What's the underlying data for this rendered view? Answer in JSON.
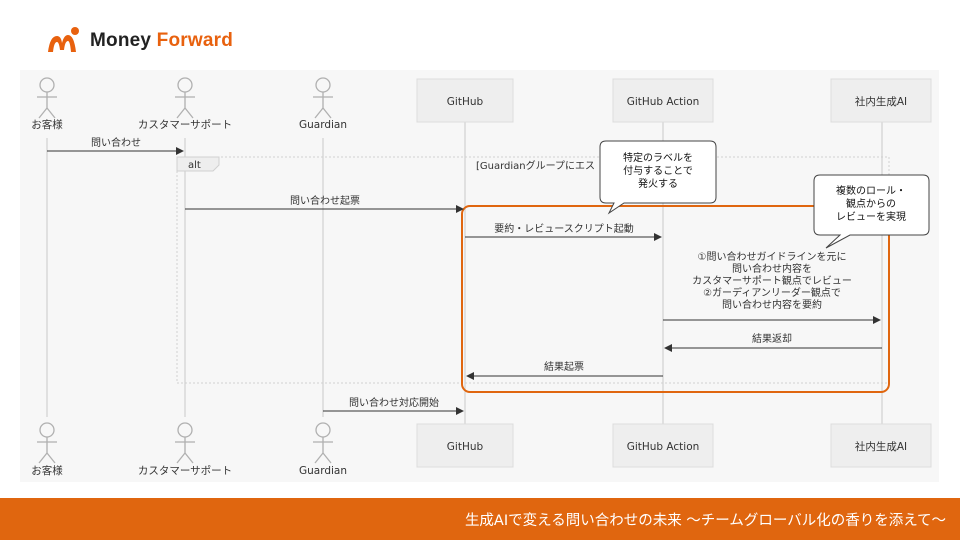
{
  "brand": {
    "name_part1": "Money ",
    "name_part2": "Forward",
    "accent_color": "#e8610e"
  },
  "participants": [
    {
      "id": "customer",
      "label": "お客様",
      "kind": "actor"
    },
    {
      "id": "support",
      "label": "カスタマーサポート",
      "kind": "actor"
    },
    {
      "id": "guardian",
      "label": "Guardian",
      "kind": "actor"
    },
    {
      "id": "github",
      "label": "GitHub",
      "kind": "box"
    },
    {
      "id": "action",
      "label": "GitHub Action",
      "kind": "box"
    },
    {
      "id": "ai",
      "label": "社内生成AI",
      "kind": "box"
    }
  ],
  "messages": [
    {
      "id": "m1",
      "from": "customer",
      "to": "support",
      "label": "問い合わせ",
      "dashed": false
    },
    {
      "id": "m2",
      "from": "support",
      "to": "github",
      "label": "問い合わせ起票",
      "dashed": false
    },
    {
      "id": "m3",
      "from": "github",
      "to": "action",
      "label": "要約・レビュースクリプト起動",
      "dashed": false
    },
    {
      "id": "m4",
      "from": "action",
      "to": "ai",
      "label_lines": [
        "①問い合わせガイドラインを元に",
        "問い合わせ内容を",
        "カスタマーサポート観点でレビュー",
        "②ガーディアンリーダー観点で",
        "問い合わせ内容を要約"
      ],
      "dashed": false
    },
    {
      "id": "m5",
      "from": "ai",
      "to": "action",
      "label": "結果返却",
      "dashed": false
    },
    {
      "id": "m6",
      "from": "action",
      "to": "github",
      "label": "結果起票",
      "dashed": false
    },
    {
      "id": "m7",
      "from": "guardian",
      "to": "github",
      "label": "問い合わせ対応開始",
      "dashed": false
    }
  ],
  "alt_fragment": {
    "keyword": "alt",
    "guard": "[Guardianグループにエス"
  },
  "callouts": [
    {
      "id": "callout-label",
      "lines": [
        "特定のラベルを",
        "付与することで",
        "発火する"
      ]
    },
    {
      "id": "callout-review",
      "lines": [
        "複数のロール・",
        "観点からの",
        "レビューを実現"
      ]
    }
  ],
  "footer": {
    "text": "生成AIで変える問い合わせの未来 〜チームグローバル化の香りを添えて〜"
  },
  "colors": {
    "highlight": "#e0660f",
    "footer_bg": "#e0660f"
  }
}
